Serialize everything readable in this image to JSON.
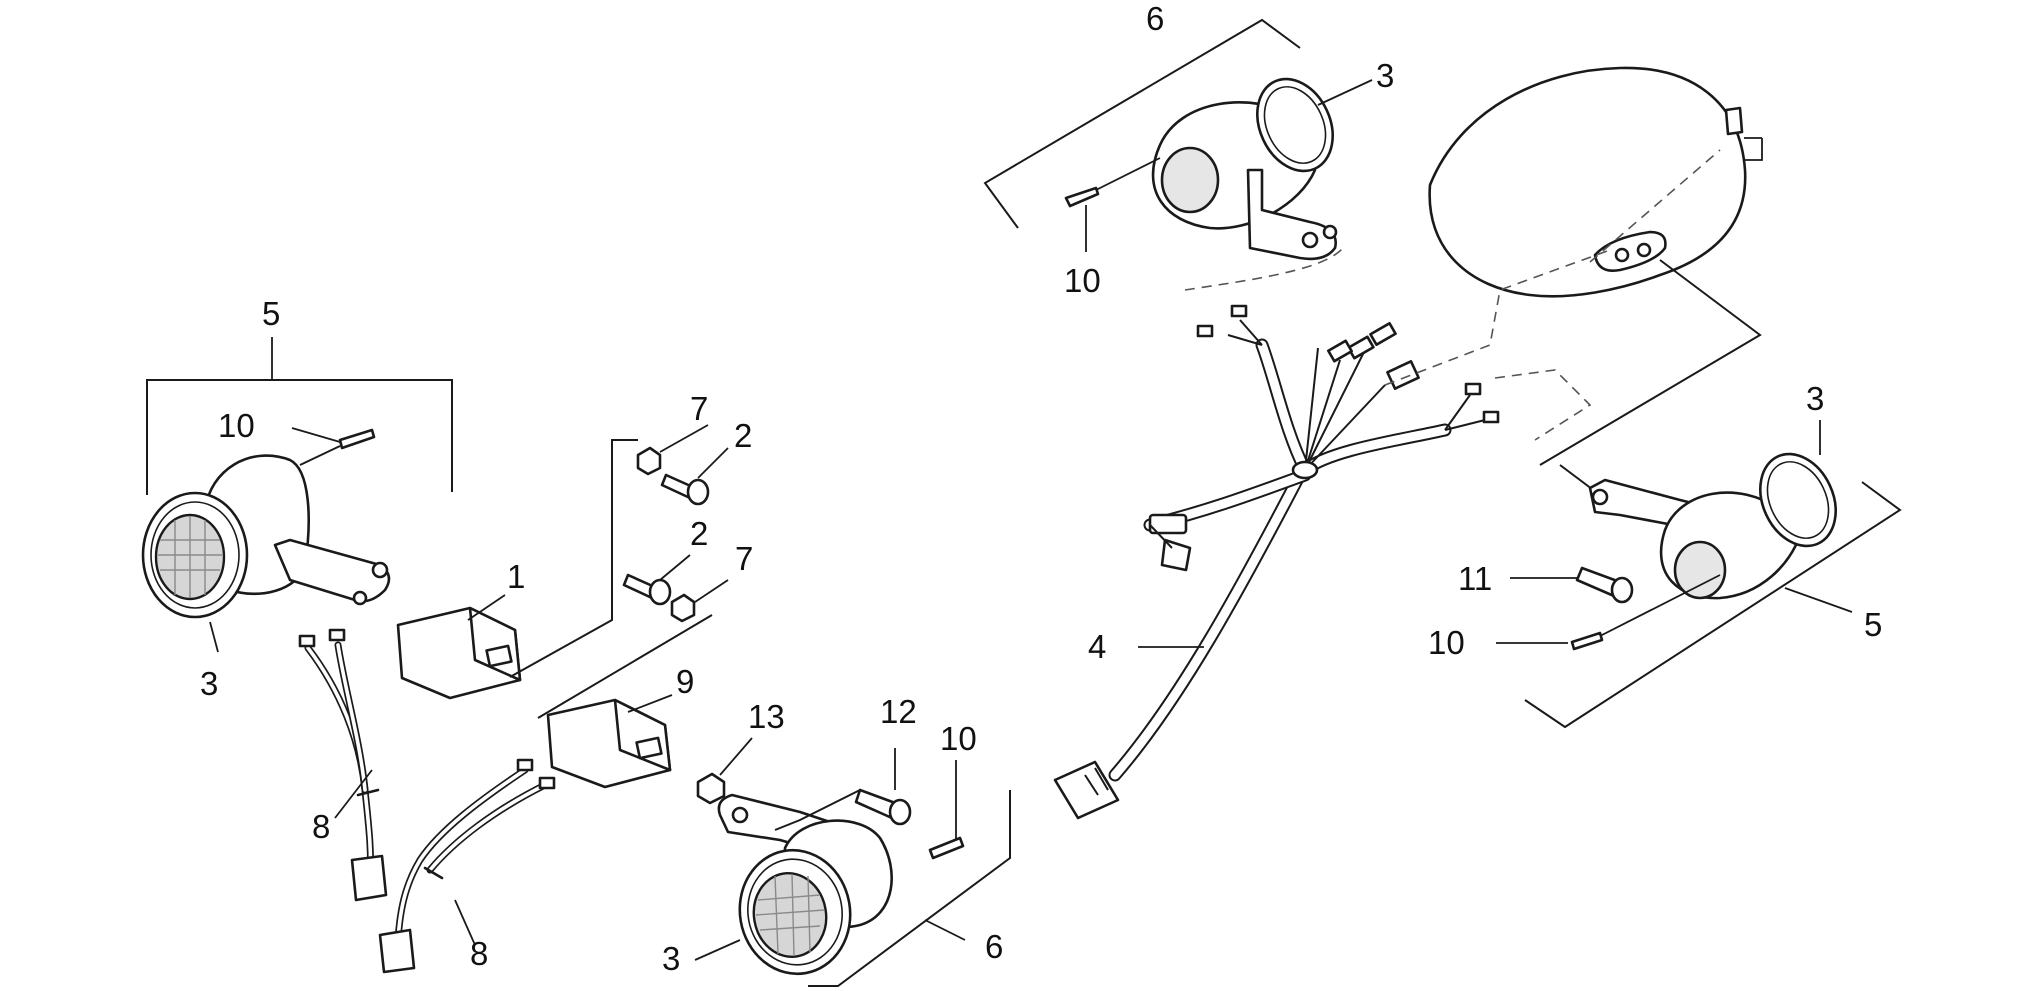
{
  "callouts": {
    "c6_top": "6",
    "c3_top": "3",
    "c10_top": "10",
    "c5_left": "5",
    "c10_left": "10",
    "c3_left": "3",
    "c7_a": "7",
    "c2_a": "2",
    "c2_b": "2",
    "c7_b": "7",
    "c1": "1",
    "c9": "9",
    "c13": "13",
    "c12": "12",
    "c10_mid": "10",
    "c8_a": "8",
    "c8_b": "8",
    "c3_bottom": "3",
    "c6_bottom": "6",
    "c4": "4",
    "c3_right": "3",
    "c11": "11",
    "c10_right": "10",
    "c5_right": "5"
  },
  "colors": {
    "ink": "#1a1a1a",
    "lens": "#d6d6d6",
    "background": "#ffffff"
  }
}
